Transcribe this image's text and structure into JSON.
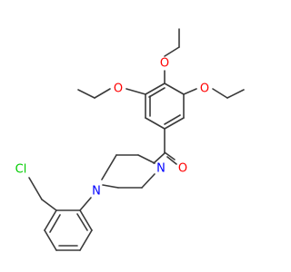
{
  "molecule": {
    "atoms": {
      "o_top": {
        "label": "O",
        "color": "#ff0000"
      },
      "o_left": {
        "label": "O",
        "color": "#ff0000"
      },
      "o_right": {
        "label": "O",
        "color": "#ff0000"
      },
      "o_carbonyl": {
        "label": "O",
        "color": "#ff0000"
      },
      "n_amide": {
        "label": "N",
        "color": "#0000ff"
      },
      "n_aryl": {
        "label": "N",
        "color": "#0000ff"
      },
      "cl": {
        "label": "Cl",
        "color": "#00cc00"
      }
    },
    "bond_color": "#3a3a3a"
  }
}
